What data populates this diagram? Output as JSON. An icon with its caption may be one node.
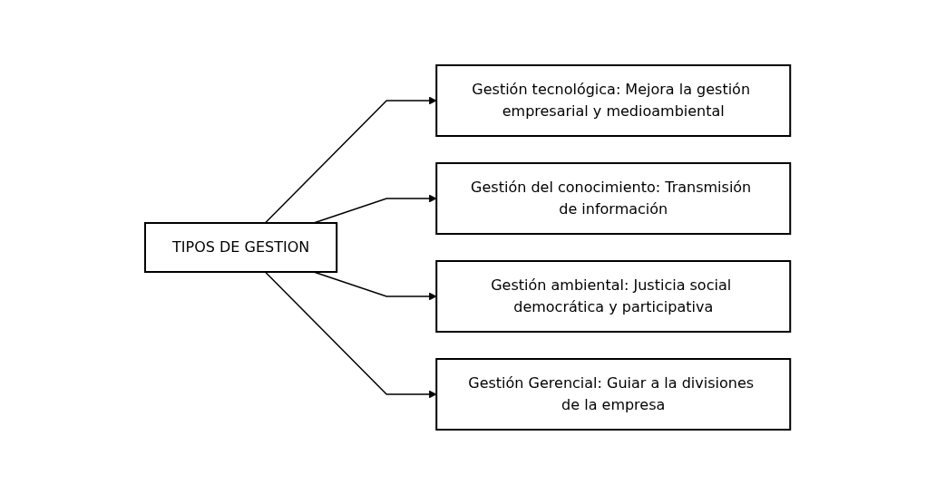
{
  "diagram": {
    "nodes": [
      {
        "text": [
          "TIPOS DE GESTION"
        ]
      },
      {
        "text": [
          "Gestión tecnológica: Mejora la gestión empresarial y medioambiental"
        ]
      },
      {
        "text": [
          "Gestión del conocimiento: Transmisión de información"
        ]
      },
      {
        "text": [
          "Gestión ambiental: Justicia social democrática y participativa"
        ]
      },
      {
        "text": [
          "Gestión Gerencial: Guiar a la divisiones de la empresa"
        ]
      }
    ],
    "edges": [
      {
        "from": 0,
        "to": 1,
        "arrow": "to"
      },
      {
        "from": 0,
        "to": 2,
        "arrow": "to"
      },
      {
        "from": 0,
        "to": 3,
        "arrow": "to"
      },
      {
        "from": 0,
        "to": 4,
        "arrow": "to"
      }
    ]
  }
}
